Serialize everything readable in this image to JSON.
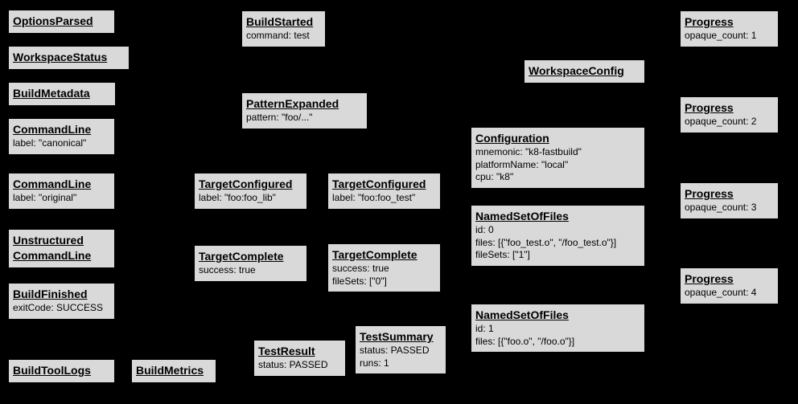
{
  "colors": {
    "background": "#000000",
    "node_fill": "#d9d9d9",
    "node_border": "#000000",
    "node_text": "#000000"
  },
  "nodes": [
    {
      "title": "OptionsParsed",
      "lines": []
    },
    {
      "title": "WorkspaceStatus",
      "lines": []
    },
    {
      "title": "BuildMetadata",
      "lines": []
    },
    {
      "title": "CommandLine",
      "lines": [
        "label: \"canonical\""
      ]
    },
    {
      "title": "CommandLine",
      "lines": [
        "label: \"original\""
      ]
    },
    {
      "title": "Unstructured\nCommandLine",
      "lines": []
    },
    {
      "title": "BuildFinished",
      "lines": [
        "exitCode: SUCCESS"
      ]
    },
    {
      "title": "BuildToolLogs",
      "lines": []
    },
    {
      "title": "BuildMetrics",
      "lines": []
    },
    {
      "title": "BuildStarted",
      "lines": [
        "command: test"
      ]
    },
    {
      "title": "PatternExpanded",
      "lines": [
        "pattern: \"foo/...\""
      ]
    },
    {
      "title": "TargetConfigured",
      "lines": [
        "label: \"foo:foo_lib\""
      ]
    },
    {
      "title": "TargetConfigured",
      "lines": [
        "label: \"foo:foo_test\""
      ]
    },
    {
      "title": "TargetComplete",
      "lines": [
        "success: true"
      ]
    },
    {
      "title": "TargetComplete",
      "lines": [
        "success: true",
        "fileSets: [\"0\"]"
      ]
    },
    {
      "title": "TestResult",
      "lines": [
        "status: PASSED"
      ]
    },
    {
      "title": "TestSummary",
      "lines": [
        "status: PASSED",
        "runs: 1"
      ]
    },
    {
      "title": "WorkspaceConfig",
      "lines": []
    },
    {
      "title": "Configuration",
      "lines": [
        "mnemonic: \"k8-fastbuild\"",
        "platformName: \"local\"",
        "cpu: \"k8\""
      ]
    },
    {
      "title": "NamedSetOfFiles",
      "lines": [
        "id: 0",
        "files: [{\"foo_test.o\", \"/foo_test.o\"}]",
        "fileSets: [\"1\"]"
      ]
    },
    {
      "title": "NamedSetOfFiles",
      "lines": [
        "id: 1",
        "files: [{\"foo.o\", \"/foo.o\"}]"
      ]
    },
    {
      "title": "Progress",
      "lines": [
        "opaque_count: 1"
      ]
    },
    {
      "title": "Progress",
      "lines": [
        "opaque_count: 2"
      ]
    },
    {
      "title": "Progress",
      "lines": [
        "opaque_count: 3"
      ]
    },
    {
      "title": "Progress",
      "lines": [
        "opaque_count: 4"
      ]
    }
  ]
}
